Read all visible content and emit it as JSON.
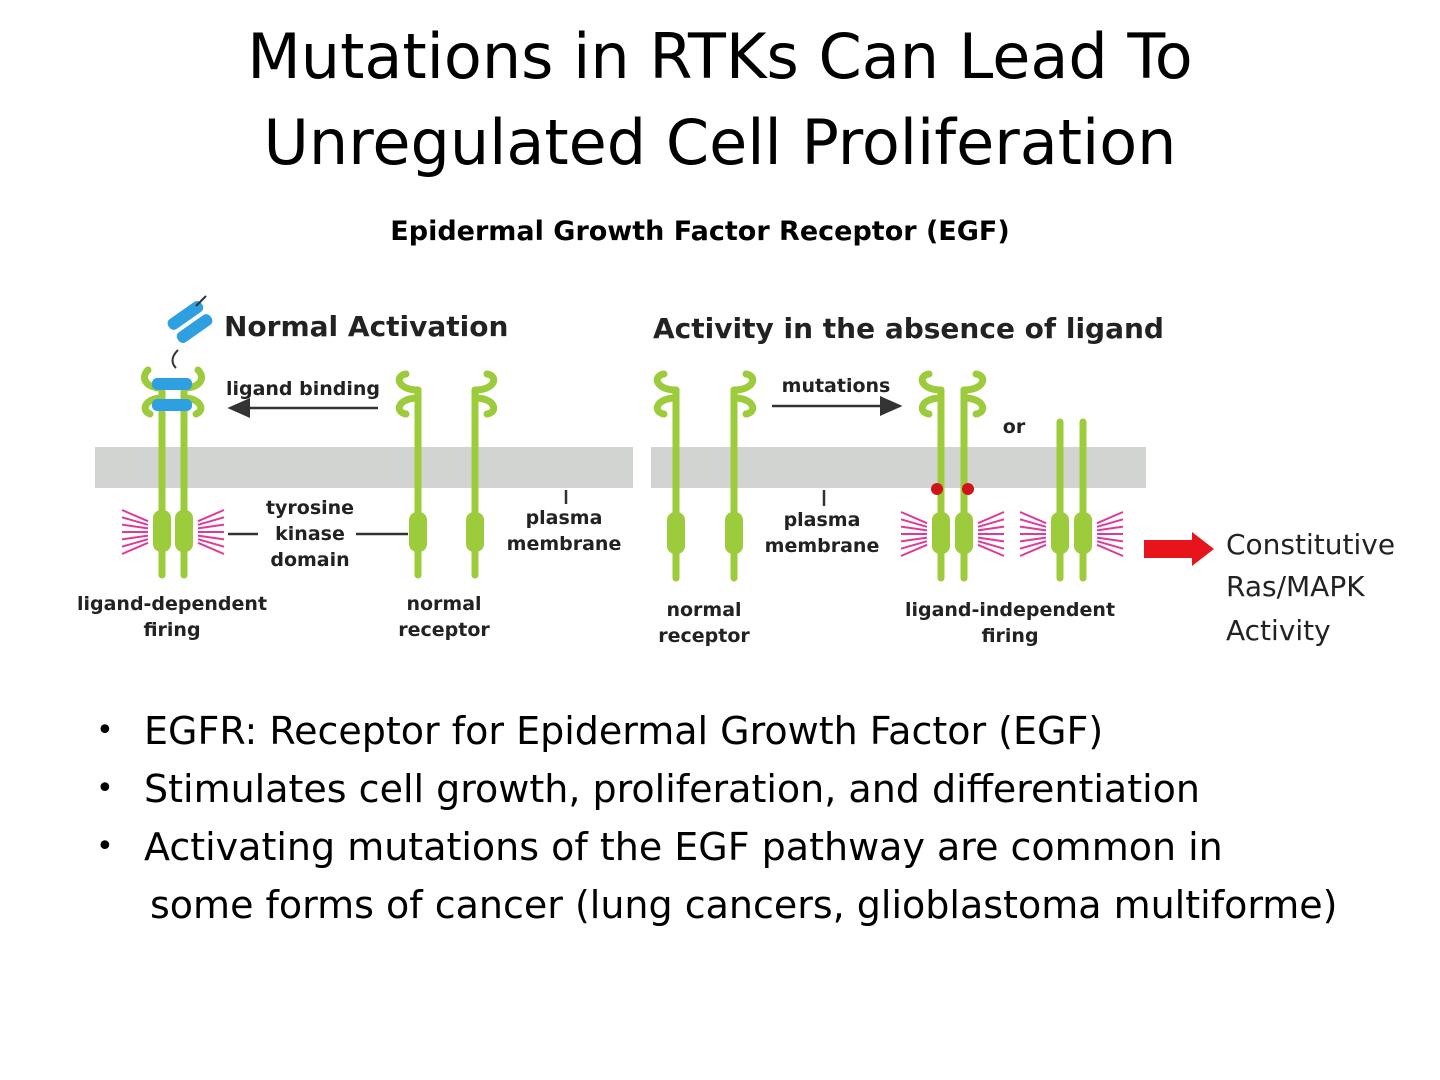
{
  "title": {
    "line1": "Mutations in RTKs Can Lead To",
    "line2": "Unregulated Cell Proliferation"
  },
  "subtitle": "Epidermal Growth Factor Receptor (EGF)",
  "diagram": {
    "left_heading": "Normal Activation",
    "right_heading": "Activity in the absence of ligand",
    "ligand_binding": "ligand binding",
    "mutations": "mutations",
    "or": "or",
    "tyrosine_kinase_domain": [
      "tyrosine",
      "kinase",
      "domain"
    ],
    "plasma_membrane": [
      "plasma",
      "membrane"
    ],
    "ligand_dependent_firing": [
      "ligand-dependent",
      "firing"
    ],
    "normal_receptor": [
      "normal",
      "receptor"
    ],
    "ligand_independent_firing": [
      "ligand-independent",
      "firing"
    ],
    "outcome": [
      "Constitutive",
      "Ras/MAPK",
      "Activity"
    ]
  },
  "colors": {
    "receptor": "#9ccb3b",
    "membrane": "#d2d4d1",
    "ligand": "#2e9fe0",
    "firing": "#e0399a",
    "mutation_dot": "#d0141b",
    "outcome_arrow": "#e8141b"
  },
  "bullets": [
    "EGFR:  Receptor for Epidermal Growth Factor (EGF)",
    "Stimulates cell growth, proliferation, and differentiation",
    "Activating mutations of the EGF pathway are common in",
    "some forms of cancer (lung cancers, glioblastoma multiforme)"
  ]
}
